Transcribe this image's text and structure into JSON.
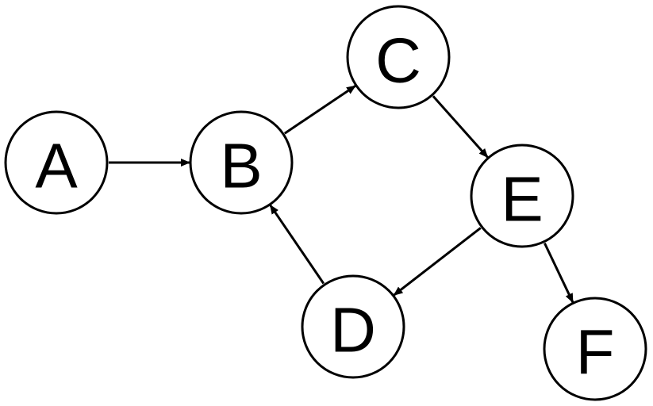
{
  "graph": {
    "nodes": [
      {
        "id": "A",
        "label": "A"
      },
      {
        "id": "B",
        "label": "B"
      },
      {
        "id": "C",
        "label": "C"
      },
      {
        "id": "D",
        "label": "D"
      },
      {
        "id": "E",
        "label": "E"
      },
      {
        "id": "F",
        "label": "F"
      }
    ],
    "edges": [
      {
        "from": "A",
        "to": "B"
      },
      {
        "from": "B",
        "to": "C"
      },
      {
        "from": "C",
        "to": "E"
      },
      {
        "from": "E",
        "to": "D"
      },
      {
        "from": "D",
        "to": "B"
      },
      {
        "from": "E",
        "to": "F"
      }
    ],
    "directed": true
  }
}
